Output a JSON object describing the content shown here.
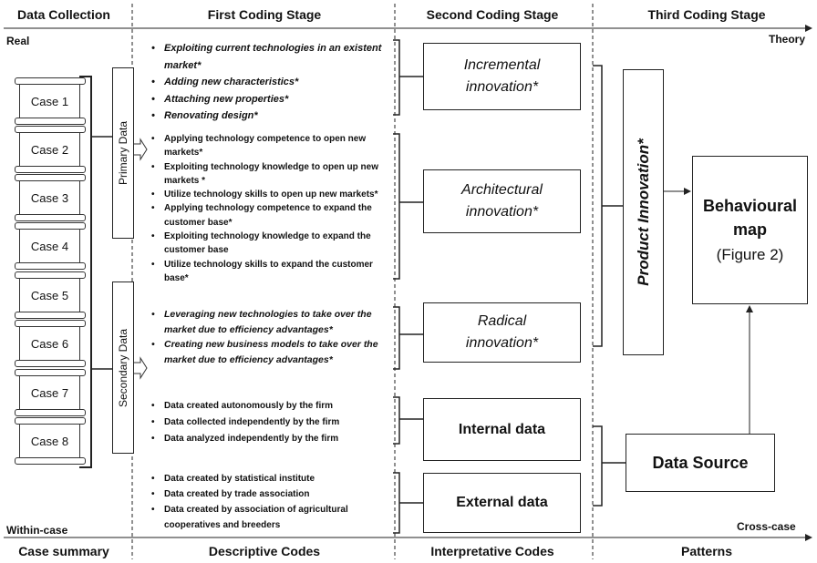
{
  "headers": {
    "data_collection": "Data Collection",
    "first_stage": "First Coding Stage",
    "second_stage": "Second Coding Stage",
    "third_stage": "Third Coding Stage"
  },
  "footers": {
    "case_summary": "Case summary",
    "descriptive_codes": "Descriptive Codes",
    "interpretative_codes": "Interpretative Codes",
    "patterns": "Patterns"
  },
  "axes": {
    "top_left": "Real",
    "top_right": "Theory",
    "bottom_left": "Within-case",
    "bottom_right": "Cross-case"
  },
  "cases": [
    "Case 1",
    "Case 2",
    "Case 3",
    "Case 4",
    "Case 5",
    "Case 6",
    "Case 7",
    "Case 8"
  ],
  "data_types": {
    "primary": "Primary Data",
    "secondary": "Secondary Data"
  },
  "descriptive_codes": {
    "incremental": [
      "Exploiting current technologies in an existent market*",
      "Adding new characteristics*",
      "Attaching new properties*",
      "Renovating design*"
    ],
    "architectural": [
      "Applying technology competence to open new markets*",
      "Exploiting technology knowledge to open up new markets *",
      "Utilize technology skills to open up new markets*",
      "Applying technology competence to expand the customer base*",
      "Exploiting technology knowledge to expand the customer base",
      "Utilize technology skills to expand the customer base*"
    ],
    "radical": [
      "Leveraging new technologies to take over the market due to efficiency advantages*",
      "Creating new business models to take over the market due to efficiency advantages*"
    ],
    "internal": [
      "Data created autonomously by the firm",
      "Data collected independently by the firm",
      "Data analyzed independently by the firm"
    ],
    "external": [
      "Data created by statistical institute",
      "Data created by trade association",
      "Data created by association of agricultural cooperatives and breeders"
    ]
  },
  "interpretative_codes": {
    "incremental": "Incremental innovation*",
    "architectural": "Architectural innovation*",
    "radical": "Radical innovation*",
    "internal": "Internal data",
    "external": "External data"
  },
  "patterns": {
    "product_innovation": "Product Innovation*",
    "data_source": "Data Source",
    "behavioural_map": "Behavioural map",
    "figure_ref": "(Figure 2)"
  }
}
